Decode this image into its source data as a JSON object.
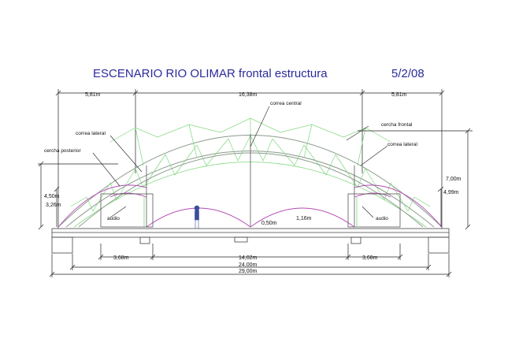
{
  "title": "ESCENARIO RIO OLIMAR frontal estructura",
  "date": "5/2/08",
  "dimensions": {
    "left_span": "5,81m",
    "center_span": "16,38m",
    "right_span": "5,81m",
    "height_left": "4,50m",
    "height_left_inner": "3,26m",
    "height_right_total": "7,00m",
    "height_right_inner": "4,99m",
    "center_low": "0,50m",
    "center_arch": "1,16m",
    "bottom_left": "3,68m",
    "bottom_center": "14,02m",
    "bottom_right": "3,68m",
    "overall_mid": "24,00m",
    "overall_total": "29,00m"
  },
  "labels": {
    "correa_central": "correa central",
    "correa_lateral_left": "correa lateral",
    "cercha_posterior": "cercha posterior",
    "cercha_frontal": "cercha frontal",
    "correa_lateral_right": "correa lateral",
    "audio_left": "audio",
    "audio_right": "audio"
  },
  "colors": {
    "title": "#2a2a9c",
    "truss_outer": "#8a9a8a",
    "truss_web": "#7fd77f",
    "arch_magenta": "#b44cb4",
    "dimension_line": "#222222",
    "figure": "#3a4e9a"
  }
}
